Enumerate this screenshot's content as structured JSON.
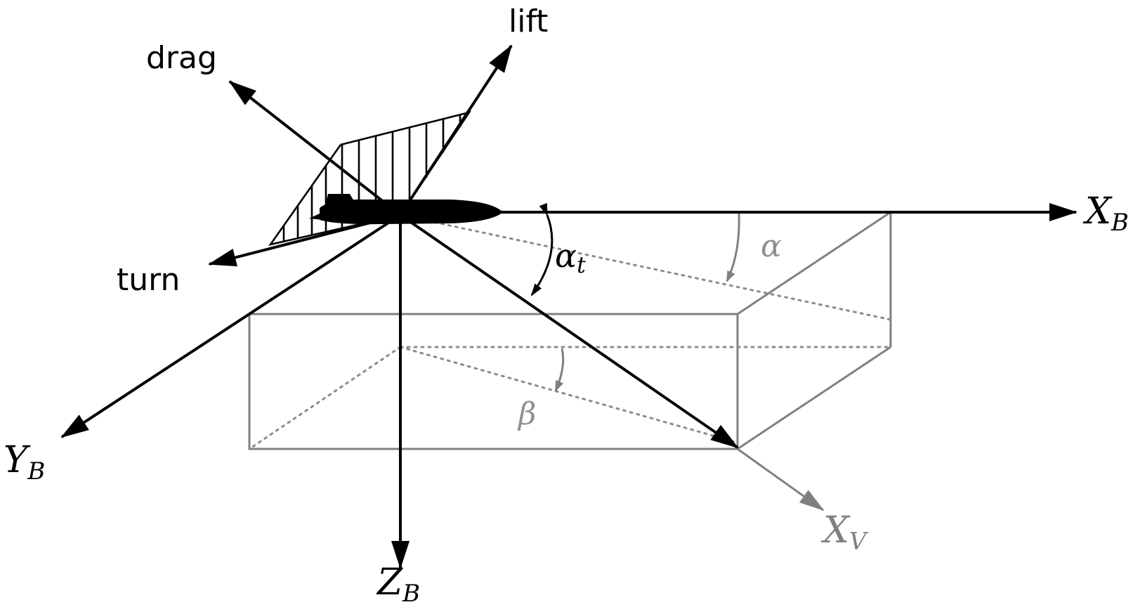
{
  "labels": {
    "lift": "lift",
    "drag": "drag",
    "turn": "turn",
    "xb_main": "X",
    "xb_sub": "B",
    "yb_main": "Y",
    "yb_sub": "B",
    "zb_main": "Z",
    "zb_sub": "B",
    "xv_main": "X",
    "xv_sub": "V",
    "alpha_t_main": "α",
    "alpha_t_sub": "t",
    "alpha": "α",
    "beta": "β"
  },
  "colors": {
    "primary": "#000000",
    "secondary": "#808080",
    "background": "#ffffff"
  }
}
